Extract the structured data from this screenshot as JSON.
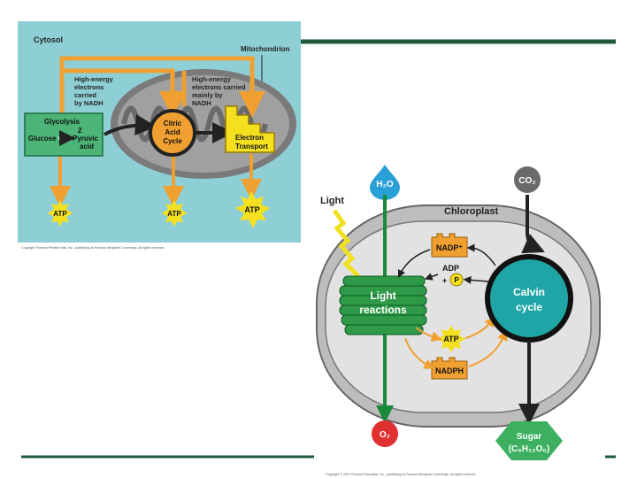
{
  "respiration": {
    "cytosol_label": "Cytosol",
    "mitochondrion_label": "Mitochondrion",
    "nadh_left": [
      "High-energy",
      "electrons",
      "carried",
      "by NADH"
    ],
    "nadh_right": [
      "High-energy",
      "electrons carried",
      "mainly by",
      "NADH"
    ],
    "glycolysis_title": "Glycolysis",
    "glycolysis_count": "2",
    "glucose": "Glucose",
    "pyruvic": [
      "Pyruvic",
      "acid"
    ],
    "citric": [
      "Citric",
      "Acid",
      "Cycle"
    ],
    "electron_transport": [
      "Electron",
      "Transport"
    ],
    "atp_labels": [
      "ATP",
      "ATP",
      "ATP"
    ],
    "copyright": "Copyright Pearson Prentice Hall, Inc., publishing as Pearson Benjamin Cummings. All rights reserved."
  },
  "photosynthesis": {
    "h2o": "H₂O",
    "co2": "CO₂",
    "light": "Light",
    "chloroplast": "Chloroplast",
    "nadp": "NADP⁺",
    "adp": "ADP",
    "plus": "+",
    "p": "P",
    "atp": "ATP",
    "nadph": "NADPH",
    "light_reactions": [
      "Light",
      "reactions"
    ],
    "calvin": [
      "Calvin",
      "cycle"
    ],
    "o2": "O₂",
    "sugar": "Sugar",
    "sugar_formula": "(C₆H₁₂O₆)",
    "copyright": "Copyright © 2007 Pearson Education, Inc., publishing as Pearson Benjamin Cummings. All rights reserved."
  },
  "colors": {
    "slide_line": "#1e5a3c",
    "cytosol_bg": "#8ecfd6",
    "arrow_orange": "#f0a030",
    "atp_yellow": "#f5e020",
    "glycolysis_green": "#4cb477",
    "h2o_blue": "#2aa0d8",
    "o2_red": "#e03030",
    "sugar_green": "#3cb060",
    "calvin_teal": "#1fa5a5",
    "thylakoid_green": "#2e9a48"
  }
}
